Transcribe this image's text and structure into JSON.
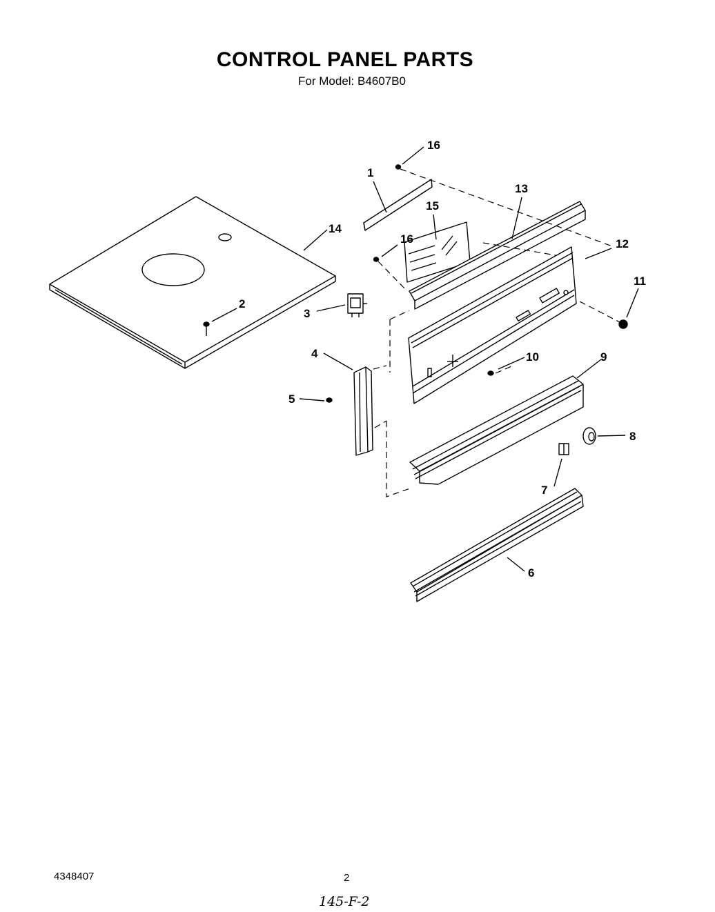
{
  "header": {
    "title": "CONTROL PANEL PARTS",
    "model_line": "For Model: B4607B0"
  },
  "footer": {
    "doc_number": "4348407",
    "page_number": "2",
    "handwritten_note": "145-F-2"
  },
  "callouts": [
    "1",
    "2",
    "3",
    "4",
    "5",
    "6",
    "7",
    "8",
    "9",
    "10",
    "11",
    "12",
    "13",
    "14",
    "15",
    "16",
    "16"
  ]
}
